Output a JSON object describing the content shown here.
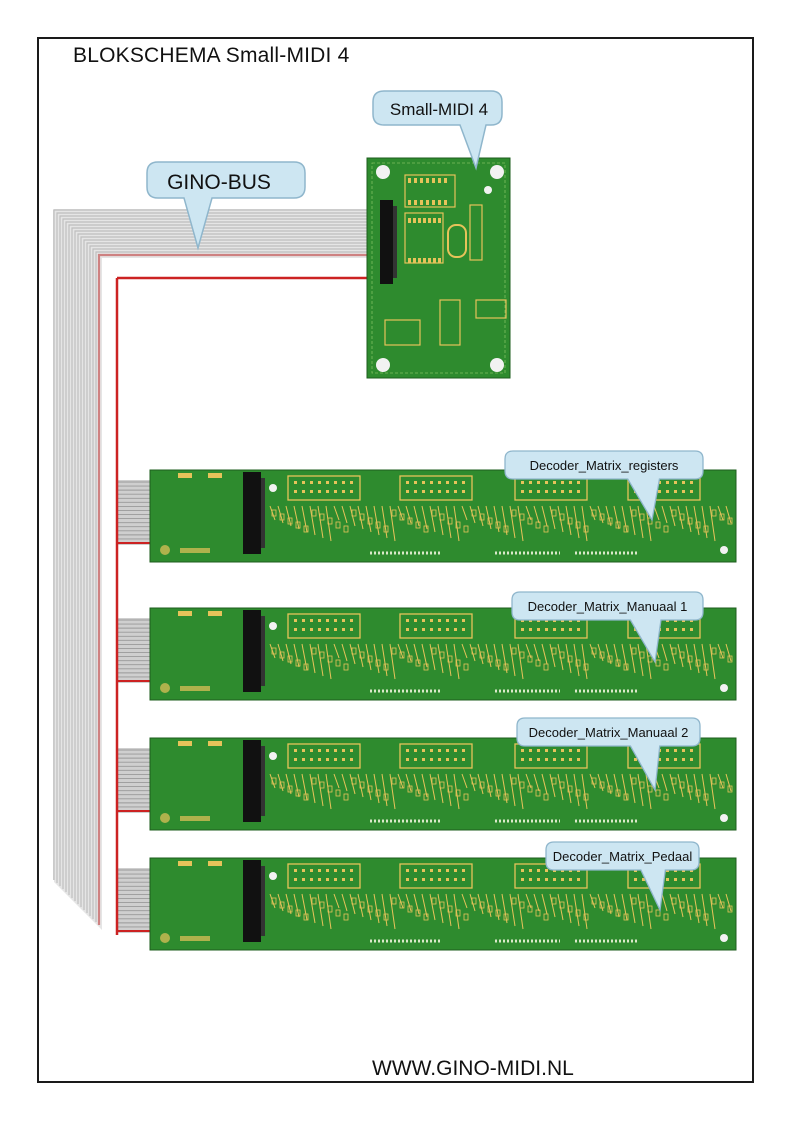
{
  "title": "BLOKSCHEMA Small-MIDI 4",
  "footer": "WWW.GINO-MIDI.NL",
  "bus_label": "GINO-BUS",
  "main_board_label": "Small-MIDI 4",
  "decoder_boards": [
    {
      "label": "Decoder_Matrix_registers"
    },
    {
      "label": "Decoder_Matrix_Manuaal 1"
    },
    {
      "label": "Decoder_Matrix_Manuaal 2"
    },
    {
      "label": "Decoder_Matrix_Pedaal"
    }
  ],
  "colors": {
    "pcb": "#2e8b2e",
    "pcb_dark": "#1d5e1d",
    "cable": "#b5b5b5",
    "cable_red": "#cc2222",
    "callout_fill": "#cde6f2",
    "callout_stroke": "#8fb6cc"
  }
}
